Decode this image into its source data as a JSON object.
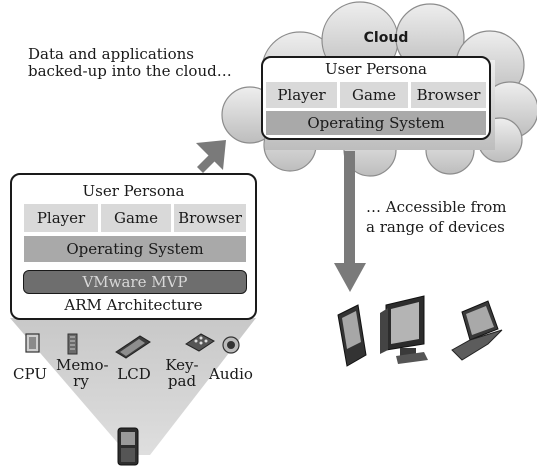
{
  "cloud_note": {
    "line1": "Data and applications",
    "line2": "backed-up into the cloud…"
  },
  "cloud": {
    "title": "Cloud",
    "persona": "User Persona",
    "apps": [
      "Player",
      "Game",
      "Browser"
    ],
    "os": "Operating System"
  },
  "device_note": {
    "line1": "… Accessible from",
    "line2": "a range of devices"
  },
  "phone_stack": {
    "persona": "User Persona",
    "apps": [
      "Player",
      "Game",
      "Browser"
    ],
    "os": "Operating System",
    "hypervisor": "VMware MVP",
    "arch": "ARM Architecture"
  },
  "hardware": [
    {
      "label": "CPU",
      "icon": "cpu-icon"
    },
    {
      "label": "Memo-\nry",
      "icon": "memory-icon"
    },
    {
      "label": "LCD",
      "icon": "lcd-icon"
    },
    {
      "label": "Key-\npad",
      "icon": "keypad-icon"
    },
    {
      "label": "Audio",
      "icon": "audio-icon"
    }
  ],
  "devices": [
    "smartphone-icon",
    "monitor-icon",
    "laptop-icon"
  ],
  "colors": {
    "app_cell": "#d9d9d9",
    "os_bar": "#a9a9a9",
    "hypervisor": "#6e6e6e",
    "arrow": "#7a7a7a",
    "cloud": "#d6d6d6"
  }
}
